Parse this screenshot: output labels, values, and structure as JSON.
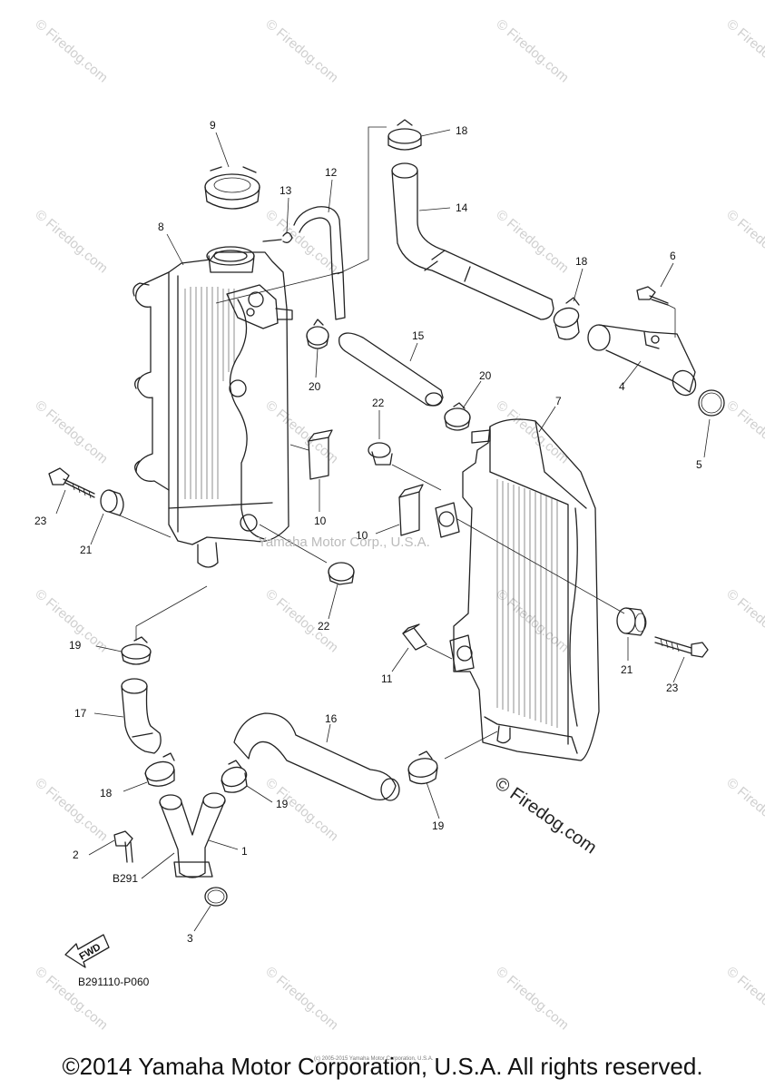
{
  "diagram": {
    "callouts": {
      "c1": "1",
      "c2": "2",
      "c3": "3",
      "c4": "4",
      "c5": "5",
      "c6": "6",
      "c7": "7",
      "c8": "8",
      "c9": "9",
      "c10a": "10",
      "c10b": "10",
      "c11": "11",
      "c12": "12",
      "c13": "13",
      "c14": "14",
      "c15": "15",
      "c16": "16",
      "c17": "17",
      "c18a": "18",
      "c18b": "18",
      "c18c": "18",
      "c19a": "19",
      "c19b": "19",
      "c19c": "19",
      "c20a": "20",
      "c20b": "20",
      "c21a": "21",
      "c21b": "21",
      "c22a": "22",
      "c22b": "22",
      "c23a": "23",
      "c23b": "23"
    },
    "bolt_code": "B291",
    "fwd_label": "FWD",
    "diagram_code": "B291110-P060",
    "watermark": "© Firedog.com",
    "center_watermark": "Yamaha Motor Corp., U.S.A.",
    "small_copyright": "(c) 2005-2015 Yamaha Motor Corporation, U.S.A.",
    "large_watermark": "© Firedog.com"
  },
  "footer": {
    "copyright": "©2014 Yamaha Motor Corporation, U.S.A. All rights reserved."
  }
}
